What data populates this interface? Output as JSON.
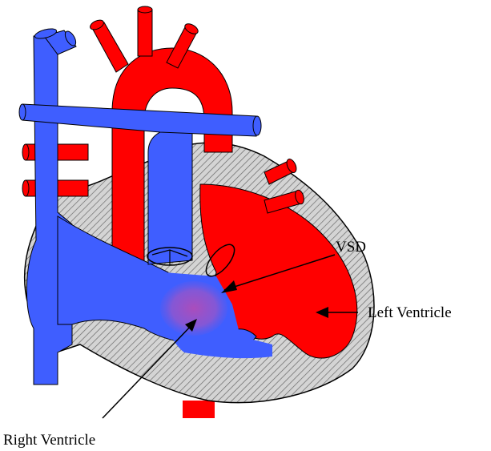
{
  "labels": {
    "vsd": "VSD",
    "left_ventricle": "Left Ventricle",
    "right_ventricle": "Right Ventricle"
  },
  "colors": {
    "oxygenated": "#ff0000",
    "deoxygenated": "#3f5eff",
    "muscle_wall": "#c8c8c8",
    "mixing": "#b84cb0",
    "outline": "#000000",
    "background": "#ffffff"
  }
}
